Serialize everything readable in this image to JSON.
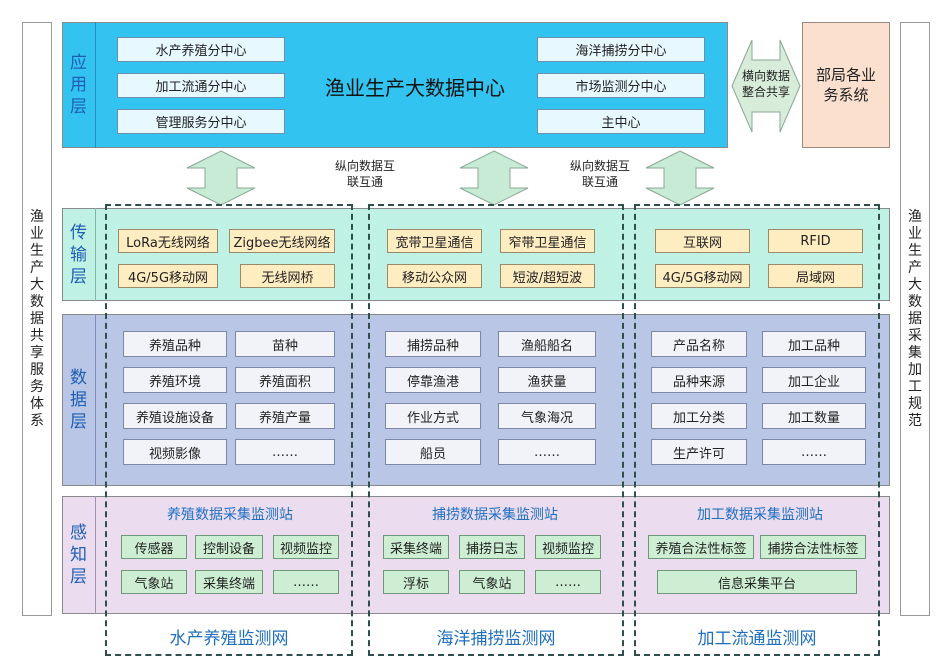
{
  "left_side": [
    "渔",
    "业",
    "生",
    "产",
    "大",
    "数",
    "据",
    "共",
    "享",
    "服",
    "务",
    "体",
    "系"
  ],
  "right_side": [
    "渔",
    "业",
    "生",
    "产",
    "大",
    "数",
    "据",
    "采",
    "集",
    "加",
    "工",
    "规",
    "范"
  ],
  "layers": {
    "app": [
      "应",
      "用",
      "层"
    ],
    "trans": [
      "传",
      "输",
      "层"
    ],
    "data": [
      "数",
      "据",
      "层"
    ],
    "sense": [
      "感",
      "知",
      "层"
    ]
  },
  "app": {
    "title": "渔业生产大数据中心",
    "left": [
      "水产养殖分中心",
      "加工流通分中心",
      "管理服务分中心"
    ],
    "right": [
      "海洋捕捞分中心",
      "市场监测分中心",
      "主中心"
    ]
  },
  "horizontal_share": "横向数据整合共享",
  "ministry": "部局各业务系统",
  "vertical_note_1": "纵向数据互联互通",
  "vertical_note_2": "纵向数据互联互通",
  "trans": {
    "col1": [
      "LoRa无线网络",
      "Zigbee无线网络",
      "4G/5G移动网",
      "无线网桥"
    ],
    "col2": [
      "宽带卫星通信",
      "窄带卫星通信",
      "移动公众网",
      "短波/超短波"
    ],
    "col3": [
      "互联网",
      "RFID",
      "4G/5G移动网",
      "局域网"
    ]
  },
  "data": {
    "col1": [
      "养殖品种",
      "苗种",
      "养殖环境",
      "养殖面积",
      "养殖设施设备",
      "养殖产量",
      "视频影像",
      "……"
    ],
    "col2": [
      "捕捞品种",
      "渔船船名",
      "停靠渔港",
      "渔获量",
      "作业方式",
      "气象海况",
      "船员",
      "……"
    ],
    "col3": [
      "产品名称",
      "加工品种",
      "品种来源",
      "加工企业",
      "加工分类",
      "加工数量",
      "生产许可",
      "……"
    ]
  },
  "sense": {
    "stations": [
      "养殖数据采集监测站",
      "捕捞数据采集监测站",
      "加工数据采集监测站"
    ],
    "col1": [
      "传感器",
      "控制设备",
      "视频监控",
      "气象站",
      "采集终端",
      "……"
    ],
    "col2": [
      "采集终端",
      "捕捞日志",
      "视频监控",
      "浮标",
      "气象站",
      "……"
    ],
    "col3": [
      "养殖合法性标签",
      "捕捞合法性标签",
      "信息采集平台"
    ]
  },
  "networks": [
    "水产养殖监测网",
    "海洋捕捞监测网",
    "加工流通监测网"
  ],
  "colors": {
    "app": "#33c3f0",
    "trans": "#bff2e4",
    "data": "#b9c6e6",
    "sense": "#ecdcf0",
    "arrow": "#c8ebd6",
    "share_arrow": "#d7ecd9",
    "ministry": "#fbe0cf"
  }
}
